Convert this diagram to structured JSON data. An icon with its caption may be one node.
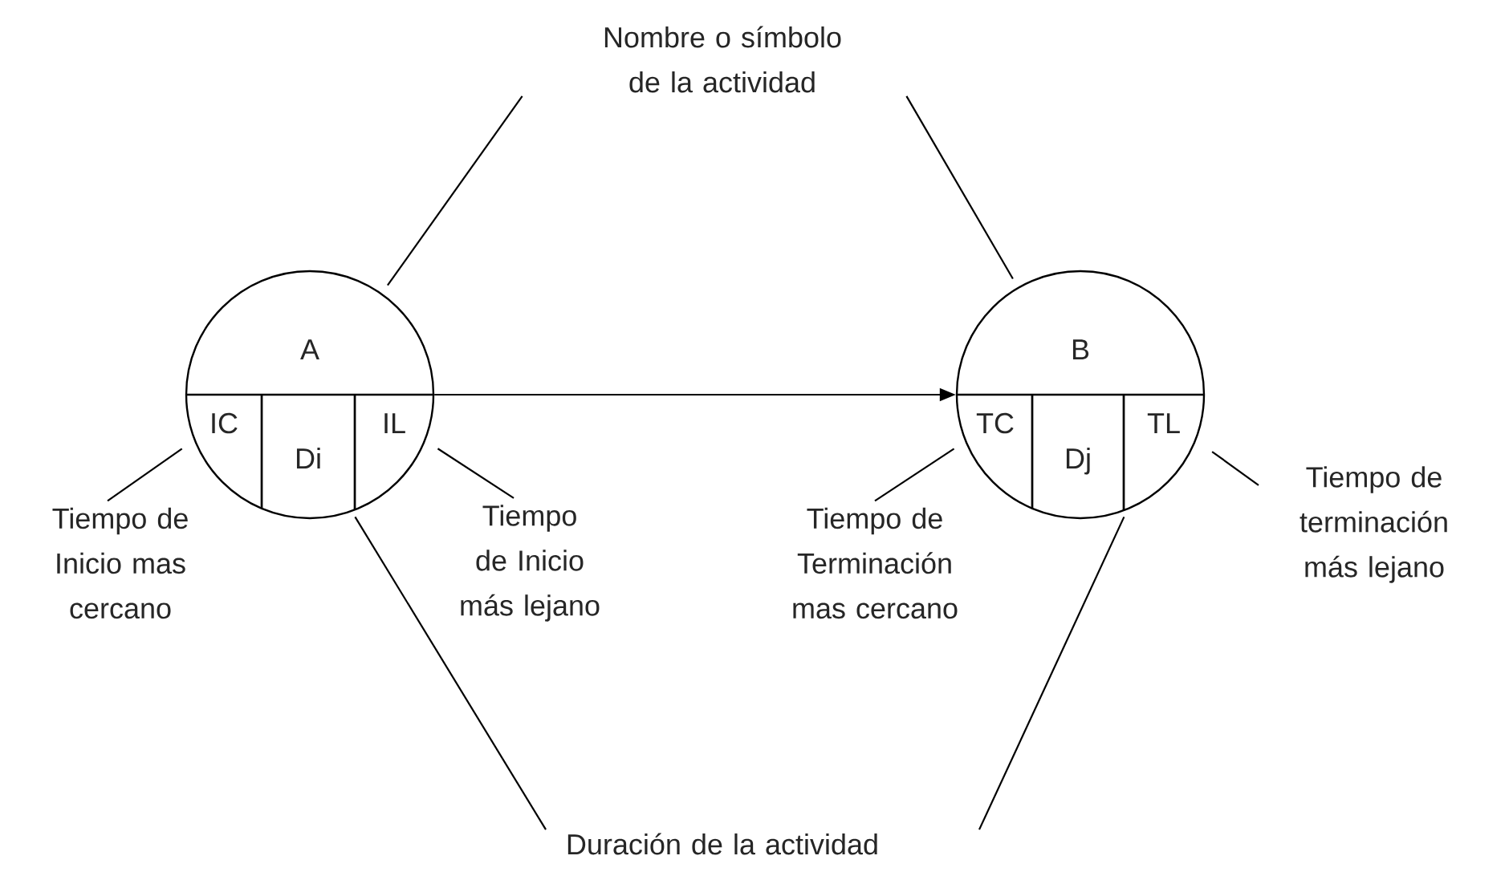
{
  "diagram": {
    "nodes": [
      {
        "text": [
          "A"
        ]
      },
      {
        "text": [
          "IC"
        ],
        "in": 0
      },
      {
        "text": [
          "Di"
        ],
        "in": 0
      },
      {
        "text": [
          "IL"
        ],
        "in": 0
      },
      {
        "text": [
          "B"
        ]
      },
      {
        "text": [
          "TC"
        ],
        "in": 4
      },
      {
        "text": [
          "Dj"
        ],
        "in": 4
      },
      {
        "text": [
          "TL"
        ],
        "in": 4
      },
      {
        "text": [
          "Nombre o símbolo de la actividad"
        ]
      },
      {
        "text": [
          "Tiempo de Inicio mas cercano"
        ]
      },
      {
        "text": [
          "Tiempo de Inicio más lejano"
        ]
      },
      {
        "text": [
          "Tiempo de Terminación mas cercano"
        ]
      },
      {
        "text": [
          "Tiempo de terminación más lejano"
        ]
      },
      {
        "text": [
          "Duración de la actividad"
        ]
      }
    ],
    "edges": [
      {
        "from": 0,
        "to": 4,
        "arrow": "to"
      },
      {
        "from": 8,
        "to": 0,
        "arrow": "none"
      },
      {
        "from": 8,
        "to": 4,
        "arrow": "none"
      },
      {
        "from": 9,
        "to": 1,
        "arrow": "none"
      },
      {
        "from": 10,
        "to": 3,
        "arrow": "none"
      },
      {
        "from": 11,
        "to": 5,
        "arrow": "none"
      },
      {
        "from": 12,
        "to": 7,
        "arrow": "none"
      },
      {
        "from": 13,
        "to": 2,
        "arrow": "none"
      },
      {
        "from": 13,
        "to": 6,
        "arrow": "none"
      }
    ]
  }
}
